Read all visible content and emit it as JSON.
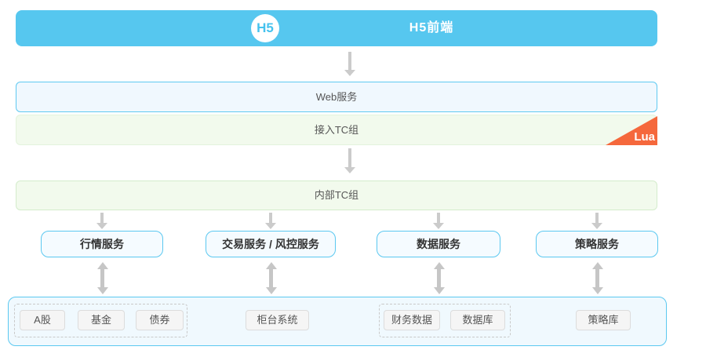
{
  "banner": {
    "badge": "H5",
    "title": "H5前端"
  },
  "layers": {
    "web": "Web服务",
    "access_tc": "接入TC组",
    "lua_badge": "Lua",
    "internal_tc": "内部TC组"
  },
  "services": [
    {
      "label": "行情服务"
    },
    {
      "label": "交易服务 / 风控服务"
    },
    {
      "label": "数据服务"
    },
    {
      "label": "策略服务"
    }
  ],
  "resources": {
    "market_group": [
      {
        "label": "A股"
      },
      {
        "label": "基金"
      },
      {
        "label": "债券"
      }
    ],
    "counter_system": "柜台系统",
    "data_group": [
      {
        "label": "财务数据"
      },
      {
        "label": "数据库"
      }
    ],
    "strategy_store": "策略库"
  },
  "colors": {
    "banner_blue": "#56C7EF",
    "border_blue": "#5BC8F0",
    "layer_blue_bg": "#F0F8FE",
    "layer_green_bg": "#F2FAED",
    "green_border": "#D4ECCC",
    "lua_orange": "#F5683C",
    "arrow_gray": "#C6C6C6",
    "chip_bg": "#F5F5F5"
  }
}
